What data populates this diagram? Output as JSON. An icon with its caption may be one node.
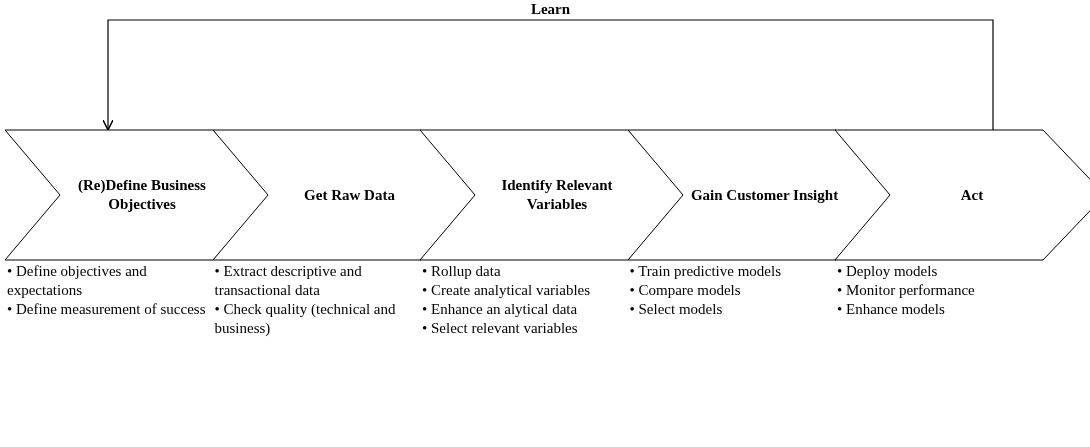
{
  "diagram": {
    "nodes": [
      {
        "text": [
          "(Re)Define Business Objectives"
        ],
        "beside": [
          "• Define objectives and expectations",
          "• Define measurement of success"
        ]
      },
      {
        "text": [
          "Get Raw Data"
        ],
        "beside": [
          "• Extract descriptive and transactional data",
          "• Check quality (technical and business)"
        ]
      },
      {
        "text": [
          "Identify Relevant Variables"
        ],
        "beside": [
          "• Rollup data",
          "• Create analytical variables",
          "• Enhance an alytical data",
          "• Select relevant variables"
        ]
      },
      {
        "text": [
          "Gain Customer Insight"
        ],
        "beside": [
          "• Train predictive models",
          "• Compare models",
          "• Select models"
        ]
      },
      {
        "text": [
          "Act"
        ],
        "beside": [
          "• Deploy models",
          "• Monitor performance",
          "• Enhance models"
        ]
      }
    ],
    "edges": [
      {
        "from": 4,
        "to": 0,
        "arrow": "to",
        "label": "Learn"
      }
    ]
  }
}
